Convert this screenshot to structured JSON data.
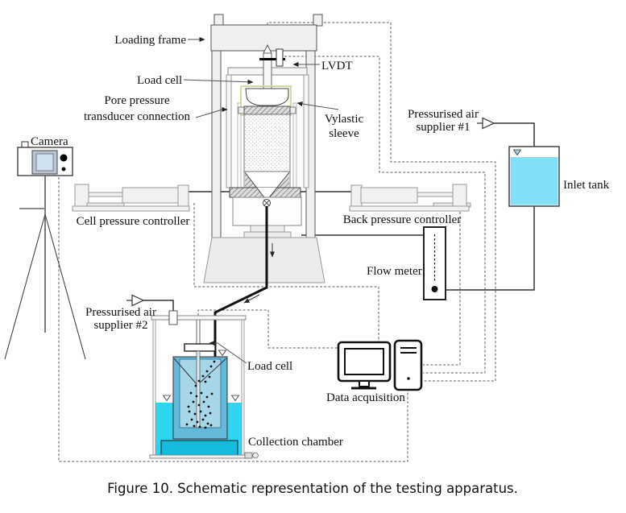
{
  "figure": {
    "caption": "Figure 10. Schematic representation of the testing apparatus."
  },
  "labels": {
    "loading_frame": "Loading frame",
    "lvdt": "LVDT",
    "load_cell_top": "Load cell",
    "pore_pressure_line1": "Pore pressure",
    "pore_pressure_line2": "transducer connection",
    "vylastic_line1": "Vylastic",
    "vylastic_line2": "sleeve",
    "camera": "Camera",
    "cell_pressure_controller": "Cell pressure controller",
    "back_pressure_controller": "Back pressure controller",
    "air1_line1": "Pressurised air",
    "air1_line2": "supplier #1",
    "air2_line1": "Pressurised air",
    "air2_line2": "supplier #2",
    "inlet_tank": "Inlet tank",
    "flow_meter": "Flow meter",
    "load_cell_bottom": "Load cell",
    "collection_chamber": "Collection chamber",
    "data_acquisition": "Data acquisition"
  },
  "colors": {
    "water_cyan": "#2fd4f0",
    "tank_blue": "#82dff5",
    "inner_vessel": "#a6d6e8",
    "inner_wall": "#66bad9",
    "pedestal_teal": "#12bcdc",
    "sleeve_outline": "#cdd18a",
    "screen_blue": "#cfe0ef",
    "screen_frame": "#b9c6d2"
  }
}
